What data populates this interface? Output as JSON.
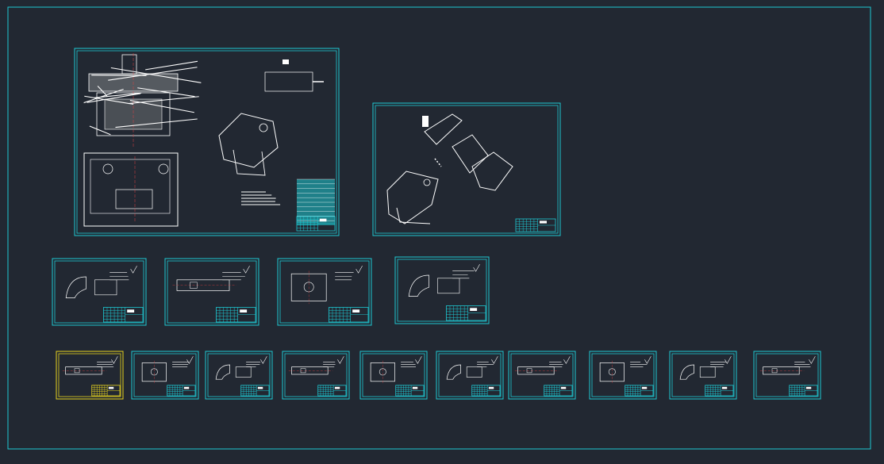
{
  "colors": {
    "background": "#222832",
    "frame": "#1ec8d2",
    "linework": "#ffffff",
    "selected": "#e6d21e"
  },
  "drawing": {
    "sheets": [
      {
        "id": "assembly-drawing",
        "row": 1,
        "selected": false
      },
      {
        "id": "exploded-view",
        "row": 1,
        "selected": false
      },
      {
        "id": "part-2-1",
        "row": 2,
        "selected": false
      },
      {
        "id": "part-2-2",
        "row": 2,
        "selected": false
      },
      {
        "id": "part-2-3",
        "row": 2,
        "selected": false
      },
      {
        "id": "part-2-4",
        "row": 2,
        "selected": false
      },
      {
        "id": "part-3-1",
        "row": 3,
        "selected": true
      },
      {
        "id": "part-3-2",
        "row": 3,
        "selected": false
      },
      {
        "id": "part-3-3",
        "row": 3,
        "selected": false
      },
      {
        "id": "part-3-4",
        "row": 3,
        "selected": false
      },
      {
        "id": "part-3-5",
        "row": 3,
        "selected": false
      },
      {
        "id": "part-3-6",
        "row": 3,
        "selected": false
      },
      {
        "id": "part-3-7",
        "row": 3,
        "selected": false
      },
      {
        "id": "part-3-8",
        "row": 3,
        "selected": false
      },
      {
        "id": "part-3-9",
        "row": 3,
        "selected": false
      },
      {
        "id": "part-3-10",
        "row": 3,
        "selected": false
      }
    ]
  }
}
